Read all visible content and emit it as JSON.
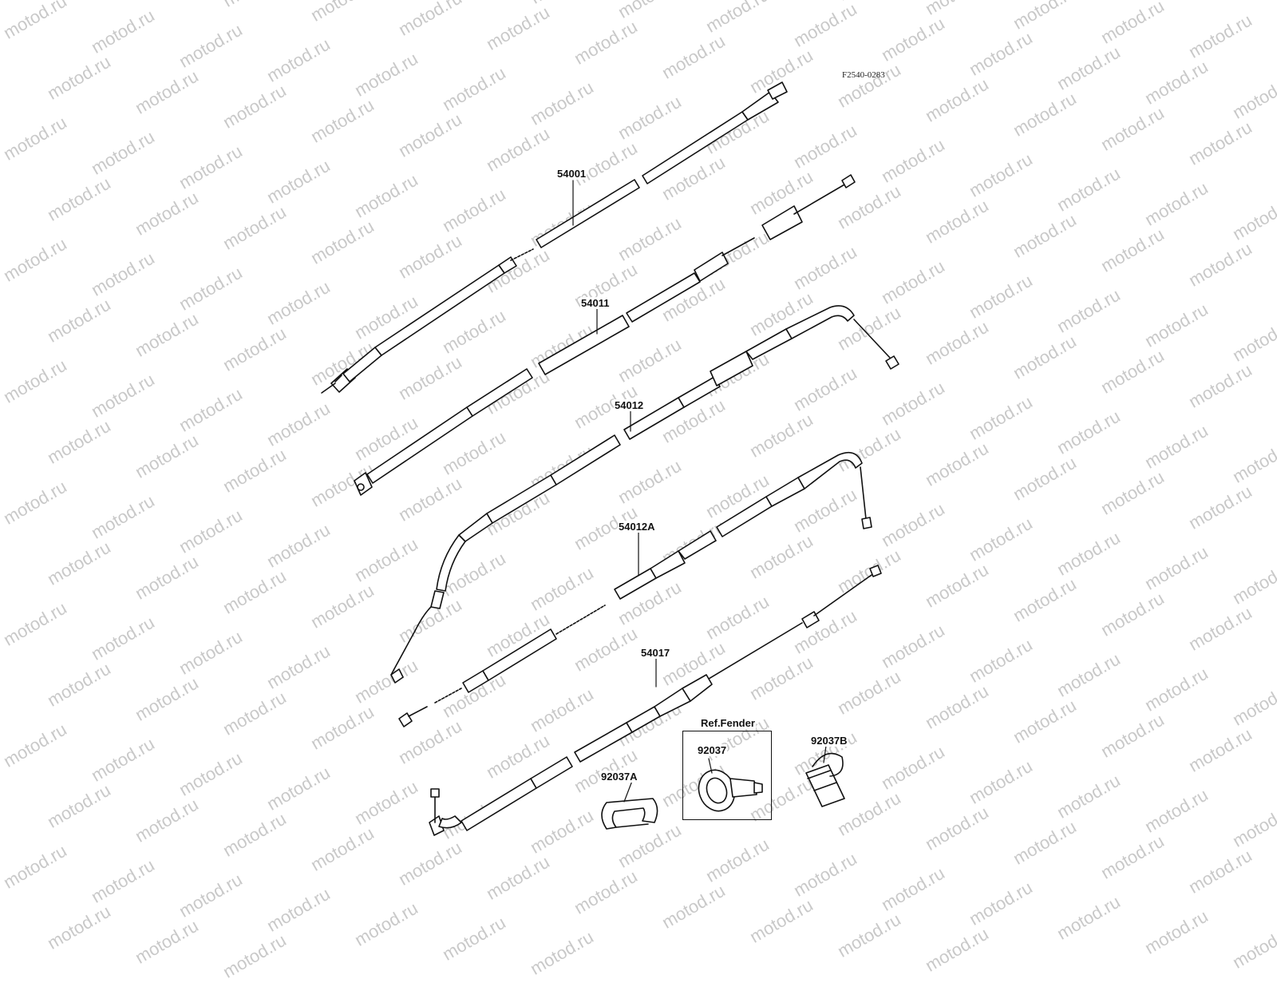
{
  "diagram": {
    "figure_code": "F2540-0283",
    "watermark_text": "motod.ru",
    "parts": [
      {
        "id": "54001",
        "label": "54001"
      },
      {
        "id": "54011",
        "label": "54011"
      },
      {
        "id": "54012",
        "label": "54012"
      },
      {
        "id": "54012A",
        "label": "54012A"
      },
      {
        "id": "54017",
        "label": "54017"
      },
      {
        "id": "92037A",
        "label": "92037A"
      },
      {
        "id": "92037",
        "label": "92037"
      },
      {
        "id": "92037B",
        "label": "92037B"
      }
    ],
    "group_label": "Ref.Fender"
  }
}
